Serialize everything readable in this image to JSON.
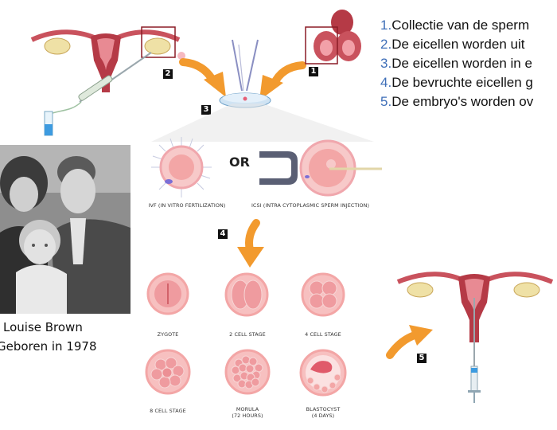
{
  "steps": [
    {
      "num": "1.",
      "text": "Collectie van de sperm"
    },
    {
      "num": "2.",
      "text": "De eicellen worden uit"
    },
    {
      "num": "3.",
      "text": "De eicellen worden in e"
    },
    {
      "num": "4.",
      "text": "De bevruchte eicellen g"
    },
    {
      "num": "5.",
      "text": "De embryo's worden ov"
    }
  ],
  "badges": {
    "b1": "1",
    "b2": "2",
    "b3": "3",
    "b4": "4",
    "b5": "5"
  },
  "fertilization": {
    "or": "OR",
    "ivf": "IVF (IN VITRO FERTILIZATION)",
    "icsi": "ICSI (INTRA CYTOPLASMIC SPERM INJECTION)"
  },
  "stages": {
    "zygote": "ZYGOTE",
    "cell2": "2 CELL STAGE",
    "cell4": "4 CELL STAGE",
    "cell8": "8 CELL STAGE",
    "morula_a": "MORULA",
    "morula_b": "(72 HOURS)",
    "blast_a": "BLASTOCYST",
    "blast_b": "(4 DAYS)"
  },
  "photo_caption": {
    "name": "Louise Brown",
    "born": "Geboren in 1978"
  },
  "colors": {
    "arrow": "#f29a2e",
    "uterus": "#b53a46",
    "cell": "#f3a6a6",
    "accent_blue": "#3f6fb8"
  }
}
